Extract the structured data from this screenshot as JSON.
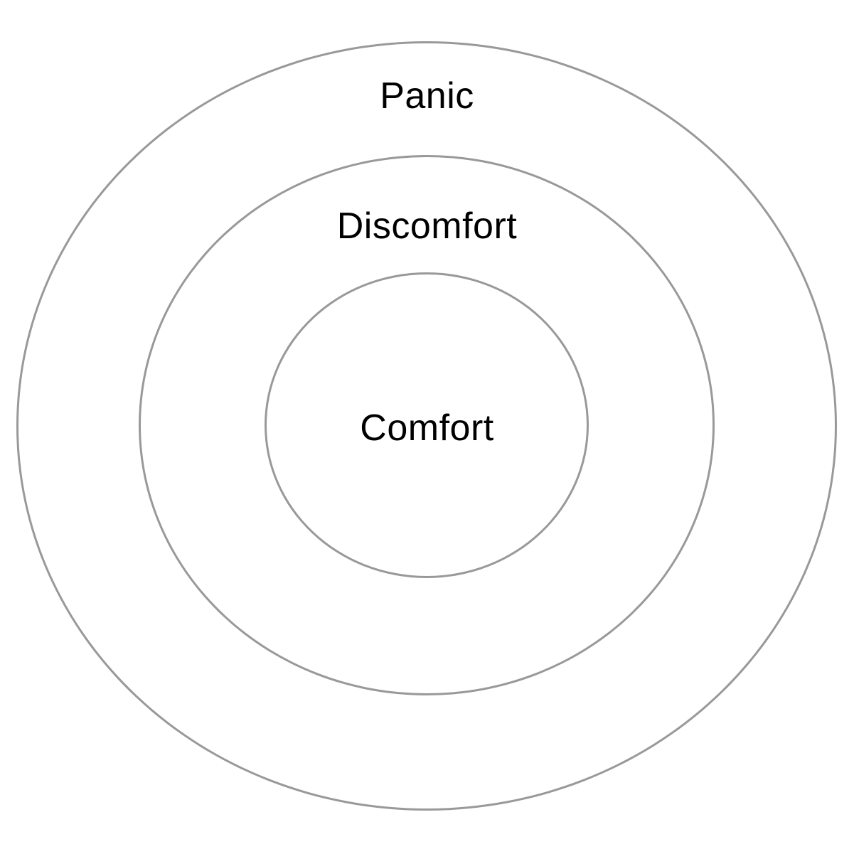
{
  "diagram": {
    "type": "concentric-zones",
    "rings": [
      {
        "label": "Panic"
      },
      {
        "label": "Discomfort"
      },
      {
        "label": "Comfort"
      }
    ],
    "colors": {
      "ring_stroke": "#999999",
      "label_text": "#000000",
      "background": "#ffffff"
    }
  }
}
